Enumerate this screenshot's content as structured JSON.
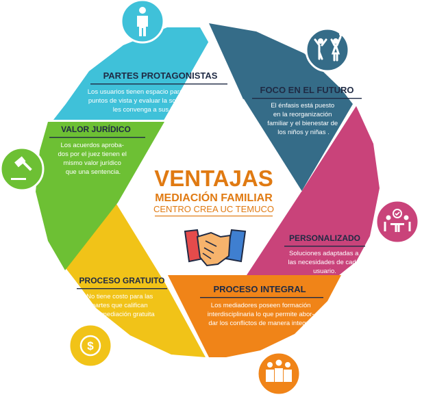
{
  "center": {
    "title": "VENTAJAS",
    "subtitle": "MEDIACIÓN FAMILIAR",
    "org": "CENTRO CREA UC TEMUCO"
  },
  "segments": [
    {
      "title": "PARTES PROTAGONISTAS",
      "lines": [
        "Los usuarios tienen espacio para exponer sus",
        "puntos de vista y  evaluar la solución que más",
        "les convenga a sus intereses"
      ],
      "color": "#3fc1d9",
      "icon": "person-icon"
    },
    {
      "title": "FOCO EN EL FUTURO",
      "lines": [
        "El énfasis está puesto",
        "en la reorganización",
        "familiar y el bienestar de",
        "los niños y niñas ."
      ],
      "color": "#356c88",
      "icon": "children-icon"
    },
    {
      "title": "PERSONALIZADO",
      "lines": [
        "Soluciones adaptadas a",
        "las necesidades de cada",
        "usuario."
      ],
      "color": "#c9437a",
      "icon": "meeting-icon"
    },
    {
      "title": "PROCESO INTEGRAL",
      "lines": [
        "Los mediadores poseen formación",
        "interdisciplinaria lo que permite abor-",
        "dar los conflictos de manera integral."
      ],
      "color": "#f08418",
      "icon": "group-icon"
    },
    {
      "title": "PROCESO GRATUITO",
      "lines": [
        "No tiene costo para las",
        "partes que califican",
        "para mediación gratuita"
      ],
      "color": "#f1c318",
      "icon": "dollar-icon"
    },
    {
      "title": "VALOR JURÍDICO",
      "lines": [
        "Los acuerdos aproba-",
        "dos por el juez tienen el",
        "mismo valor jurídico",
        "que una sentencia."
      ],
      "color": "#6dc034",
      "icon": "gavel-icon"
    }
  ]
}
